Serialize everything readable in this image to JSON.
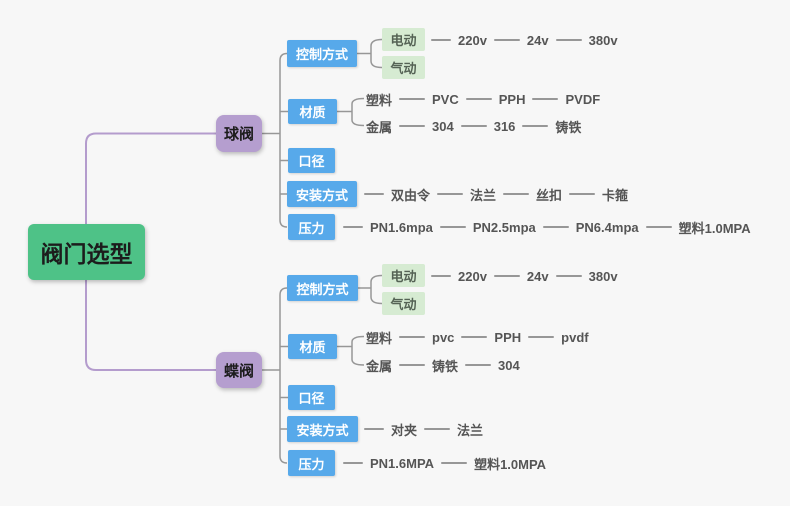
{
  "root": {
    "label": "阀门选型"
  },
  "ball": {
    "label": "球阀",
    "control": {
      "label": "控制方式",
      "types": [
        "电动",
        "气动"
      ],
      "voltages": [
        "220v",
        "24v",
        "380v"
      ]
    },
    "material": {
      "label": "材质",
      "plastic_label": "塑料",
      "plastic_items": [
        "PVC",
        "PPH",
        "PVDF"
      ],
      "metal_label": "金属",
      "metal_items": [
        "304",
        "316",
        "铸铁"
      ]
    },
    "diameter": {
      "label": "口径"
    },
    "install": {
      "label": "安装方式",
      "items": [
        "双由令",
        "法兰",
        "丝扣",
        "卡箍"
      ]
    },
    "pressure": {
      "label": "压力",
      "items": [
        "PN1.6mpa",
        "PN2.5mpa",
        "PN6.4mpa",
        "塑料1.0MPA"
      ]
    }
  },
  "butterfly": {
    "label": "蝶阀",
    "control": {
      "label": "控制方式",
      "types": [
        "电动",
        "气动"
      ],
      "voltages": [
        "220v",
        "24v",
        "380v"
      ]
    },
    "material": {
      "label": "材质",
      "plastic_label": "塑料",
      "plastic_items": [
        "pvc",
        "PPH",
        "pvdf"
      ],
      "metal_label": "金属",
      "metal_items": [
        "铸铁",
        "304"
      ]
    },
    "diameter": {
      "label": "口径"
    },
    "install": {
      "label": "安装方式",
      "items": [
        "对夹",
        "法兰"
      ]
    },
    "pressure": {
      "label": "压力",
      "items": [
        "PN1.6MPA",
        "塑料1.0MPA"
      ]
    }
  },
  "colors": {
    "root_bg": "#4ec287",
    "branch_bg": "#b59ecf",
    "category_bg": "#57a9ea",
    "leaf_box_bg": "#d6ebd2",
    "connector": "#979797",
    "trunk": "#b49ccd",
    "leaf_text": "#555555",
    "background": "#f7f7f7"
  }
}
